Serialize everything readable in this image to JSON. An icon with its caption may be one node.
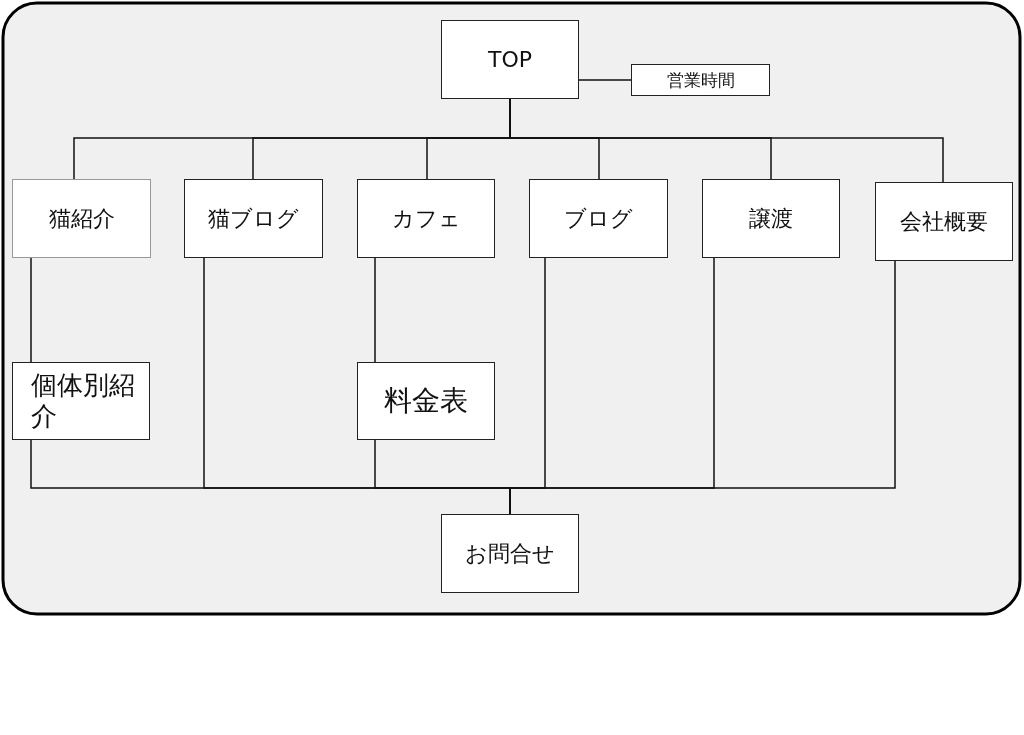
{
  "diagram": {
    "nodes": [
      {
        "text": [
          "TOP"
        ]
      },
      {
        "text": [
          "営業時間"
        ]
      },
      {
        "text": [
          "猫紹介"
        ]
      },
      {
        "text": [
          "猫ブログ"
        ]
      },
      {
        "text": [
          "カフェ"
        ]
      },
      {
        "text": [
          "ブログ"
        ]
      },
      {
        "text": [
          "譲渡"
        ]
      },
      {
        "text": [
          "会社概要"
        ]
      },
      {
        "text": [
          "個体別紹介"
        ]
      },
      {
        "text": [
          "料金表"
        ]
      },
      {
        "text": [
          "お問合せ"
        ]
      }
    ],
    "edges": [
      {
        "from": 0,
        "to": 1,
        "arrow": "none"
      },
      {
        "from": 0,
        "to": 2,
        "arrow": "none"
      },
      {
        "from": 0,
        "to": 3,
        "arrow": "none"
      },
      {
        "from": 0,
        "to": 4,
        "arrow": "none"
      },
      {
        "from": 0,
        "to": 5,
        "arrow": "none"
      },
      {
        "from": 0,
        "to": 6,
        "arrow": "none"
      },
      {
        "from": 0,
        "to": 7,
        "arrow": "none"
      },
      {
        "from": 2,
        "to": 8,
        "arrow": "none"
      },
      {
        "from": 4,
        "to": 9,
        "arrow": "none"
      },
      {
        "from": 8,
        "to": 10,
        "arrow": "none"
      },
      {
        "from": 3,
        "to": 10,
        "arrow": "none"
      },
      {
        "from": 9,
        "to": 10,
        "arrow": "none"
      },
      {
        "from": 5,
        "to": 10,
        "arrow": "none"
      },
      {
        "from": 6,
        "to": 10,
        "arrow": "none"
      },
      {
        "from": 7,
        "to": 10,
        "arrow": "none"
      }
    ]
  }
}
